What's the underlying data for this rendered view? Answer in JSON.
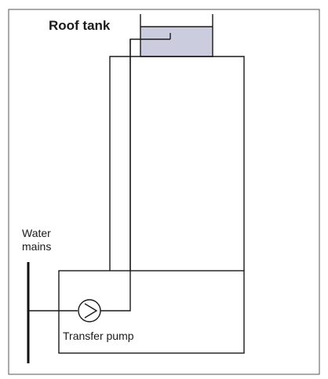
{
  "labels": {
    "roof_tank": "Roof tank",
    "water_mains_line1": "Water",
    "water_mains_line2": "mains",
    "transfer_pump": "Transfer pump"
  },
  "colors": {
    "tank_water": "#ccccdf",
    "line": "#1a1a1a",
    "frame": "#555555"
  }
}
